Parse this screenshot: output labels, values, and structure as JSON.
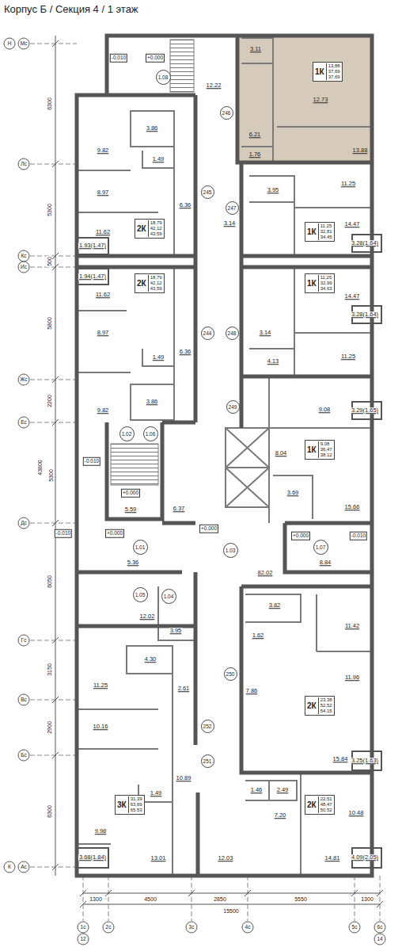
{
  "diagram": {
    "title": "Корпус Б / Секция 4 / 1 этаж",
    "nodes": [
      {
        "text": [
          "1.08"
        ]
      },
      {
        "text": [
          "1К",
          "13,88",
          "37,69",
          "37,69"
        ]
      },
      {
        "text": [
          "246"
        ]
      },
      {
        "text": [
          "245"
        ]
      },
      {
        "text": [
          "247"
        ]
      },
      {
        "text": [
          "2К",
          "18,79",
          "42,12",
          "43,59"
        ]
      },
      {
        "text": [
          "1К",
          "11,25",
          "32,81",
          "34,45"
        ]
      },
      {
        "text": [
          "2К",
          "18,79",
          "42,12",
          "43,59"
        ]
      },
      {
        "text": [
          "1К",
          "11,25",
          "32,99",
          "34,63"
        ]
      },
      {
        "text": [
          "248"
        ]
      },
      {
        "text": [
          "244"
        ]
      },
      {
        "text": [
          "249"
        ]
      },
      {
        "text": [
          "1.02"
        ]
      },
      {
        "text": [
          "1.06"
        ]
      },
      {
        "text": [
          "1К",
          "9,08",
          "36,47",
          "38,12"
        ]
      },
      {
        "text": [
          "1.01"
        ]
      },
      {
        "text": [
          "1.03"
        ]
      },
      {
        "text": [
          "1.07"
        ]
      },
      {
        "text": [
          "1.05"
        ]
      },
      {
        "text": [
          "1.04"
        ]
      },
      {
        "text": [
          "250"
        ]
      },
      {
        "text": [
          "2К",
          "23,38",
          "52,52",
          "54,15"
        ]
      },
      {
        "text": [
          "252"
        ]
      },
      {
        "text": [
          "251"
        ]
      },
      {
        "text": [
          "3К",
          "31,39",
          "63,69",
          "65,53"
        ]
      },
      {
        "text": [
          "2К",
          "22,51",
          "48,47",
          "50,52"
        ]
      }
    ],
    "labels": [
      "Н",
      "Мс",
      "Лс",
      "Кс",
      "Ис",
      "Жс",
      "Ес",
      "Дс",
      "Гс",
      "Вс",
      "Бс",
      "К",
      "Ас",
      "6300",
      "5300",
      "500",
      "5800",
      "2200",
      "5300",
      "43800",
      "6050",
      "3150",
      "2900",
      "6300",
      "-0.010",
      "+0.000",
      "3.11",
      "12.22",
      "12.73",
      "6.21",
      "13.88",
      "1.76",
      "3.86",
      "9.82",
      "1.49",
      "8.97",
      "6.36",
      "11.62",
      "1.93(1.47)",
      "1.94(1.47)",
      "3.95",
      "11.25",
      "3.14",
      "14.47",
      "3.28(1.64)",
      "11.62",
      "8.97",
      "6.36",
      "1.49",
      "3.86",
      "9.82",
      "14.47",
      "3.28(1.64)",
      "3.14",
      "4.13",
      "11.25",
      "9.08",
      "3.29(1.65)",
      "8.04",
      "3.69",
      "15.66",
      "-0.010",
      "+0.000",
      "5.59",
      "6.37",
      "-0.010",
      "+0.000",
      "5.36",
      "+0.000",
      "82.02",
      "+0.000",
      "8.84",
      "-0.010",
      "12.02",
      "3.95",
      "3.82",
      "11.42",
      "1.62",
      "4.30",
      "11.25",
      "2.61",
      "7.86",
      "11.96",
      "10.16",
      "15.84",
      "3.25(1.63)",
      "10.89",
      "1.49",
      "1.46",
      "2.49",
      "7.20",
      "9.98",
      "10.48",
      "3.68(1.84)",
      "13.01",
      "12.03",
      "14.81",
      "4.09(2.05)",
      "1300",
      "4500",
      "2850",
      "5550",
      "1300",
      "15500",
      "1с",
      "2с",
      "3с",
      "4с",
      "5с",
      "6с",
      "12",
      "14"
    ]
  }
}
